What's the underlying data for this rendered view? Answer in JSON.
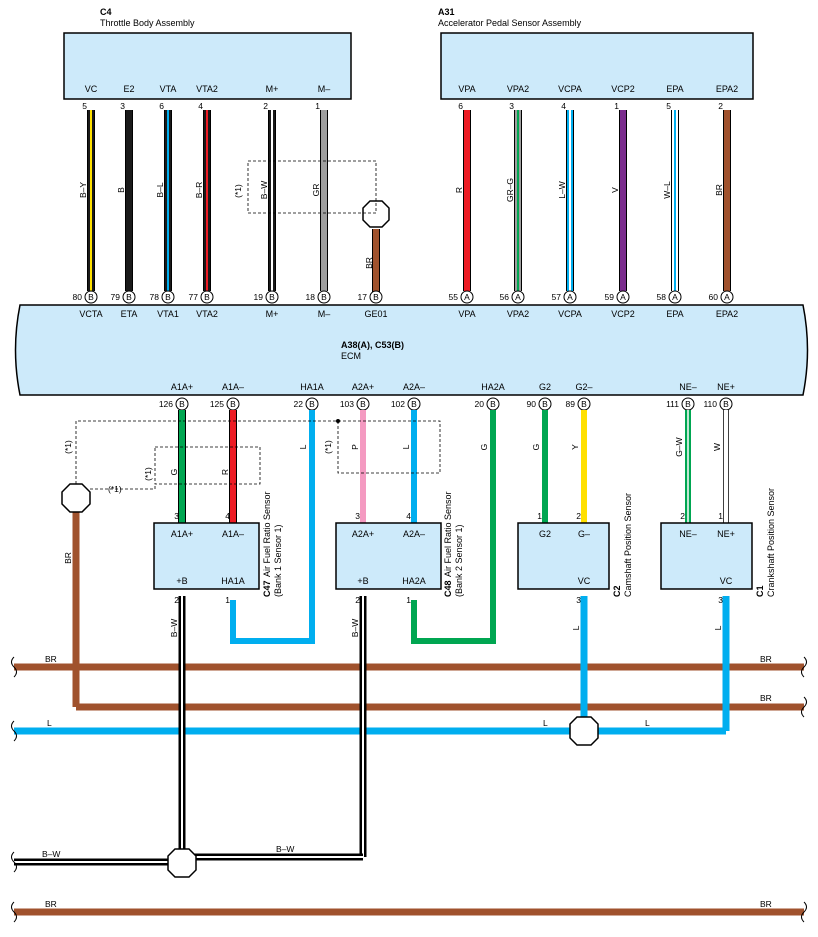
{
  "colors": {
    "Y": "#ffe000",
    "B": "#1a1a1a",
    "L": "#00aeef",
    "R": "#ed1c24",
    "W": "#ffffff",
    "GR": "#9e9e9e",
    "BR": "#a0522d",
    "G": "#00a651",
    "P": "#f49ac1",
    "V": "#7b2d8e",
    "box": "#cdeafa",
    "ecm": "#cdeafa"
  },
  "throttle": {
    "code": "C4",
    "name": "Throttle Body Assembly",
    "terminals": [
      {
        "label": "VC",
        "pin": "5",
        "wire": "B–Y",
        "colors": [
          "Y",
          "B"
        ]
      },
      {
        "label": "E2",
        "pin": "3",
        "wire": "B",
        "colors": [
          "B"
        ]
      },
      {
        "label": "VTA",
        "pin": "6",
        "wire": "B–L",
        "colors": [
          "L",
          "B"
        ]
      },
      {
        "label": "VTA2",
        "pin": "4",
        "wire": "B–R",
        "colors": [
          "R",
          "B"
        ]
      },
      {
        "label": "M+",
        "pin": "2",
        "wire": "B–W",
        "colors": [
          "W",
          "B"
        ]
      },
      {
        "label": "M–",
        "pin": "1",
        "wire": "GR",
        "colors": [
          "GR"
        ]
      }
    ],
    "note": "(*1)"
  },
  "accel": {
    "code": "A31",
    "name": "Accelerator Pedal Sensor Assembly",
    "terminals": [
      {
        "label": "VPA",
        "pin": "6",
        "wire": "R",
        "colors": [
          "R"
        ]
      },
      {
        "label": "VPA2",
        "pin": "3",
        "wire": "GR–G",
        "colors": [
          "G",
          "GR"
        ]
      },
      {
        "label": "VCPA",
        "pin": "4",
        "wire": "L–W",
        "colors": [
          "W",
          "L"
        ]
      },
      {
        "label": "VCP2",
        "pin": "1",
        "wire": "V",
        "colors": [
          "V"
        ]
      },
      {
        "label": "EPA",
        "pin": "5",
        "wire": "W–L",
        "colors": [
          "L",
          "W"
        ]
      },
      {
        "label": "EPA2",
        "pin": "2",
        "wire": "BR",
        "colors": [
          "BR"
        ]
      }
    ]
  },
  "ecm": {
    "code": "A38(A), C53(B)",
    "name": "ECM",
    "top_pins": [
      {
        "num": "80",
        "conn": "B",
        "label": "VCTA"
      },
      {
        "num": "79",
        "conn": "B",
        "label": "ETA"
      },
      {
        "num": "78",
        "conn": "B",
        "label": "VTA1"
      },
      {
        "num": "77",
        "conn": "B",
        "label": "VTA2"
      },
      {
        "num": "19",
        "conn": "B",
        "label": "M+"
      },
      {
        "num": "18",
        "conn": "B",
        "label": "M–"
      },
      {
        "num": "17",
        "conn": "B",
        "label": "GE01"
      },
      {
        "num": "55",
        "conn": "A",
        "label": "VPA"
      },
      {
        "num": "56",
        "conn": "A",
        "label": "VPA2"
      },
      {
        "num": "57",
        "conn": "A",
        "label": "VCPA"
      },
      {
        "num": "59",
        "conn": "A",
        "label": "VCP2"
      },
      {
        "num": "58",
        "conn": "A",
        "label": "EPA"
      },
      {
        "num": "60",
        "conn": "A",
        "label": "EPA2"
      }
    ],
    "bottom_pins": [
      {
        "num": "126",
        "conn": "B",
        "label": "A1A+"
      },
      {
        "num": "125",
        "conn": "B",
        "label": "A1A–"
      },
      {
        "num": "22",
        "conn": "B",
        "label": "HA1A"
      },
      {
        "num": "103",
        "conn": "B",
        "label": "A2A+"
      },
      {
        "num": "102",
        "conn": "B",
        "label": "A2A–"
      },
      {
        "num": "20",
        "conn": "B",
        "label": "HA2A"
      },
      {
        "num": "90",
        "conn": "B",
        "label": "G2"
      },
      {
        "num": "89",
        "conn": "B",
        "label": "G2–"
      },
      {
        "num": "111",
        "conn": "B",
        "label": "NE–"
      },
      {
        "num": "110",
        "conn": "B",
        "label": "NE+"
      }
    ]
  },
  "ge01_wire": "BR",
  "mid_wires": {
    "g1": "G",
    "r1": "R",
    "ha1a": "L",
    "p2": "P",
    "l2": "L",
    "ha2a": "G",
    "g2": "G",
    "y": "Y",
    "gw": "G–W",
    "w": "W"
  },
  "notes": {
    "n1": "(*1)",
    "n2": "(*1)",
    "n3": "(*1)",
    "n4": "(*1)"
  },
  "sensors": {
    "c47": {
      "code": "C47",
      "name": "Air Fuel Ratio Sensor",
      "sub": "(Bank 1 Sensor 1)",
      "t1": "A1A+",
      "t2": "A1A–",
      "t3": "+B",
      "t4": "HA1A",
      "p1": "3",
      "p2": "4",
      "p3": "2",
      "p4": "1"
    },
    "c48": {
      "code": "C48",
      "name": "Air Fuel Ratio Sensor",
      "sub": "(Bank 2 Sensor 1)",
      "t1": "A2A+",
      "t2": "A2A–",
      "t3": "+B",
      "t4": "HA2A",
      "p1": "3",
      "p2": "4",
      "p3": "2",
      "p4": "1"
    },
    "c2": {
      "code": "C2",
      "name": "Camshaft Position Sensor",
      "t1": "G2",
      "t2": "G–",
      "t3": "VC",
      "p1": "1",
      "p2": "2",
      "p3": "3"
    },
    "c1": {
      "code": "C1",
      "name": "Crankshaft Position Sensor",
      "t1": "NE–",
      "t2": "NE+",
      "t3": "VC",
      "p1": "2",
      "p2": "1",
      "p3": "3"
    }
  },
  "lower_wires": {
    "br_left": "BR",
    "bw1": "B–W",
    "bw2": "B–W",
    "l_c2": "L",
    "l_c1": "L"
  },
  "buses": {
    "br1_l": "BR",
    "br1_r": "BR",
    "br2_r": "BR",
    "l_left": "L",
    "l_mid": "L",
    "l_right": "L",
    "bw_left": "B–W",
    "bw_mid": "B–W",
    "br3_l": "BR",
    "br3_r": "BR"
  }
}
